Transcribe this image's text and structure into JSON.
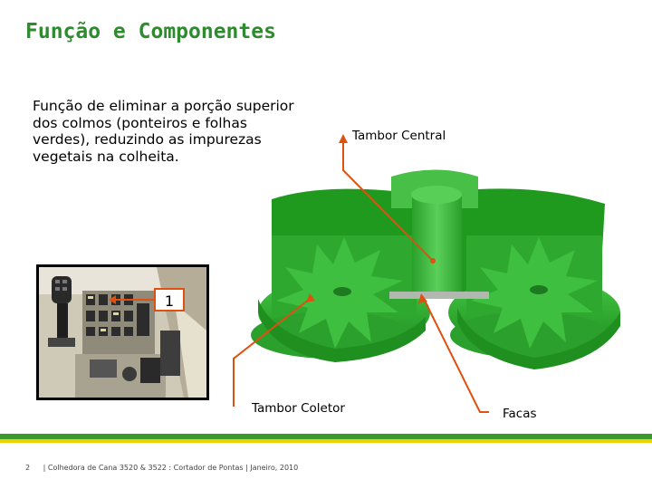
{
  "title": "Função e Componentes",
  "description": "Função de eliminar a porção superior dos colmos (ponteiros e folhas verdes), reduzindo as impurezas vegetais na colheita.",
  "labels": {
    "tambor_central": "Tambor Central",
    "tambor_coletor": "Tambor Coletor",
    "facas": "Facas",
    "callout": "1"
  },
  "footer": {
    "page": "2",
    "text": "| Colhedora de Cana 3520 & 3522 :  Cortador de Pontas | Janeiro, 2010"
  },
  "colors": {
    "title": "#2e8b2e",
    "machine_green": "#3cb83c",
    "arrow": "#e05010",
    "footer_green": "#3a9a2a",
    "footer_yellow": "#f0d000"
  }
}
